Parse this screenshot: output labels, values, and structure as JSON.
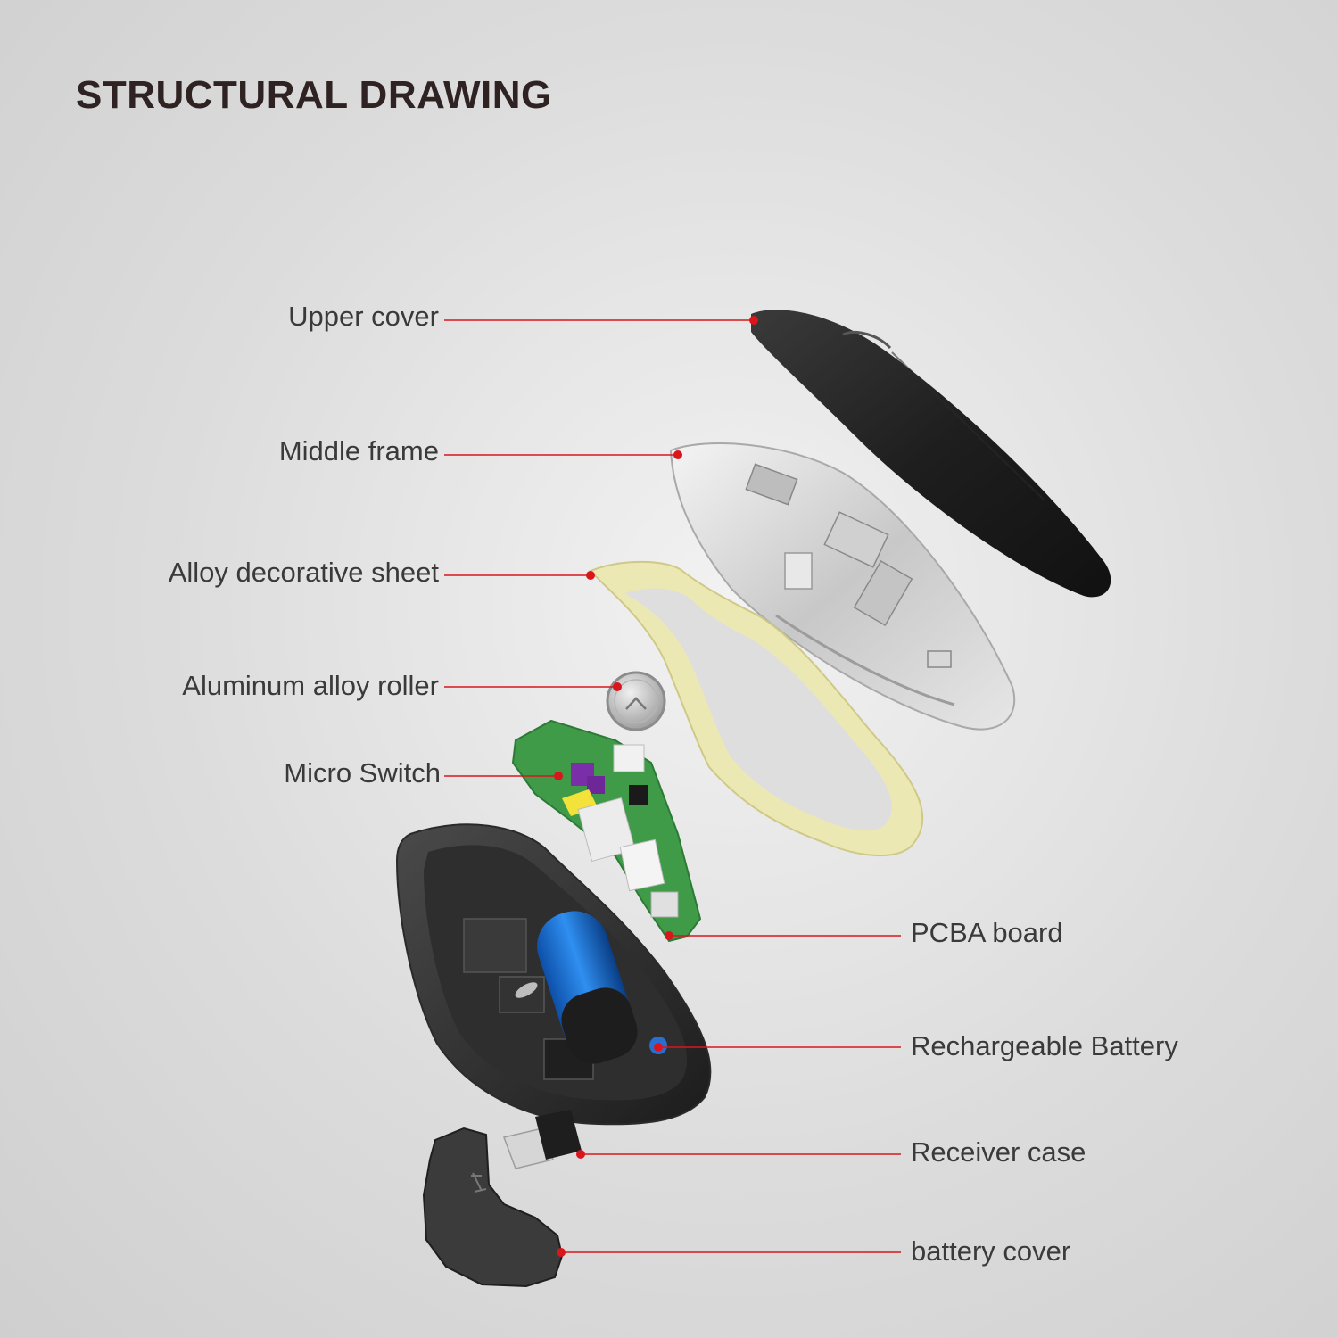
{
  "title": "STRUCTURAL DRAWING",
  "colors": {
    "leader_line": "#d9161c",
    "title": "#2e2322",
    "label": "#3a3a3a"
  },
  "labels": {
    "upper_cover": "Upper cover",
    "middle_frame": "Middle frame",
    "alloy_sheet": "Alloy decorative sheet",
    "roller": "Aluminum alloy roller",
    "micro_switch": "Micro Switch",
    "pcba": "PCBA board",
    "battery": "Rechargeable Battery",
    "receiver": "Receiver case",
    "battery_cover": "battery cover"
  }
}
